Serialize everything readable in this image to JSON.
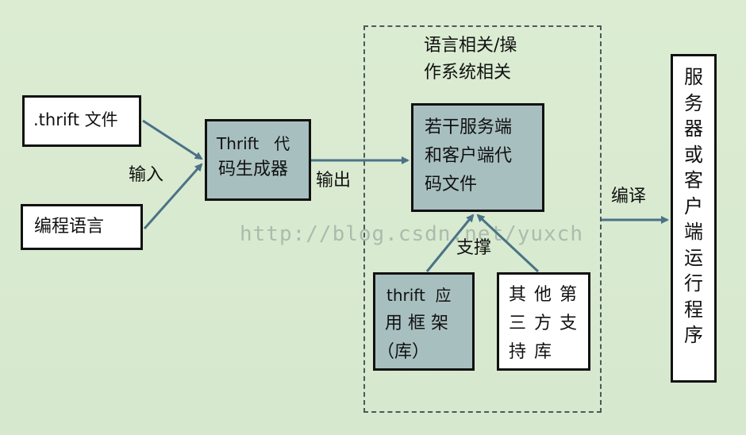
{
  "nodes": {
    "thrift_file": ".thrift 文件",
    "prog_lang": "编程语言",
    "generator_line1": "Thrift   代",
    "generator_line2": "码生成器",
    "code_files_line1": "若干服务端",
    "code_files_line2": "和客户端代",
    "code_files_line3": "码文件",
    "framework_line1": "thrift  应",
    "framework_line2": "用 框 架",
    "framework_line3": "（库）",
    "thirdparty_line1": "其他第",
    "thirdparty_line2": "三方支",
    "thirdparty_line3": "持库",
    "runtime_vertical": "服务器或客户端运行程序"
  },
  "group": {
    "label_line1": "语言相关/操",
    "label_line2": "作系统相关"
  },
  "edges": {
    "input": "输入",
    "output": "输出",
    "support": "支撑",
    "compile": "编译"
  },
  "watermark": "http://blog.csdn.net/yuxch",
  "colors": {
    "background": "#d9ead1",
    "grey_box": "#a8bfc0",
    "arrow": "#4b7286",
    "dashed_border": "#4a5a5a"
  }
}
